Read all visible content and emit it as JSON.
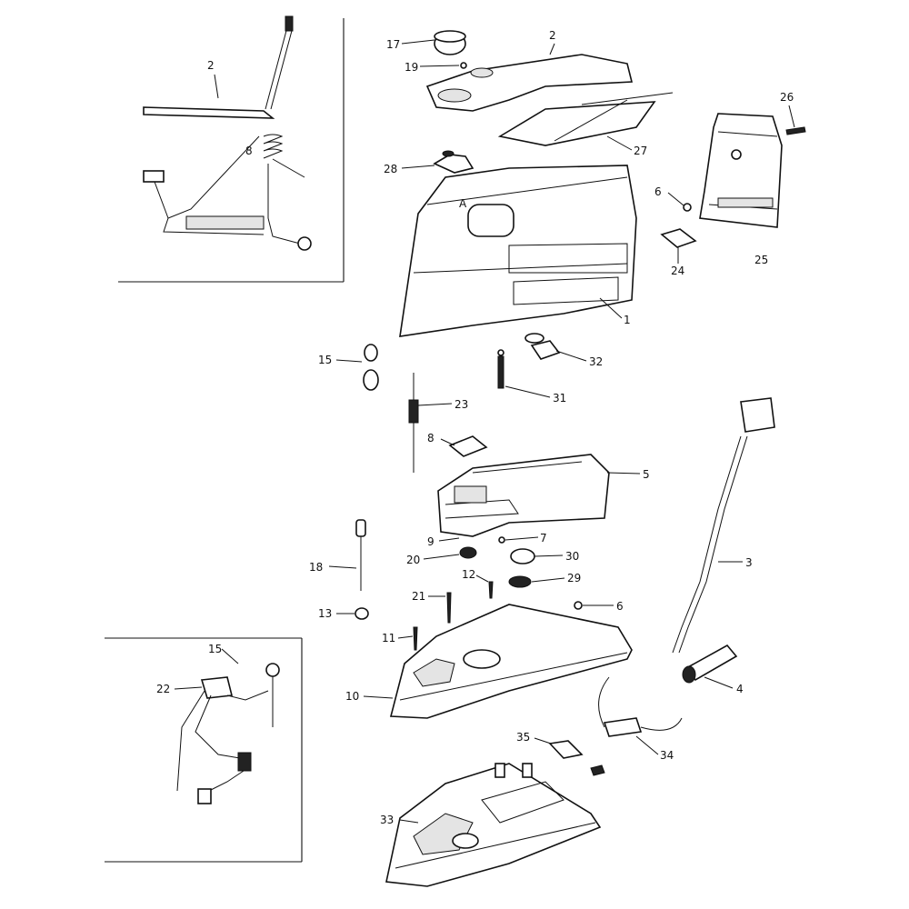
{
  "diagram": {
    "callouts": {
      "c1": "1",
      "c2_top": "2",
      "c2_inset": "2",
      "c3": "3",
      "c4": "4",
      "c5": "5",
      "c6_upper": "6",
      "c6_lower": "6",
      "c7": "7",
      "c8": "8",
      "c9": "9",
      "c10": "10",
      "c11": "11",
      "c12": "12",
      "c13": "13",
      "c15": "15",
      "c15_inset": "15",
      "c17": "17",
      "c18": "18",
      "c19": "19",
      "c20": "20",
      "c21": "21",
      "c22": "22",
      "c23": "23",
      "c24": "24",
      "c25": "25",
      "c26": "26",
      "c27": "27",
      "c28": "28",
      "c29": "29",
      "c30": "30",
      "c31": "31",
      "c32": "32",
      "c33": "33",
      "c34": "34",
      "c35": "35"
    },
    "inset_small_label": "8"
  }
}
